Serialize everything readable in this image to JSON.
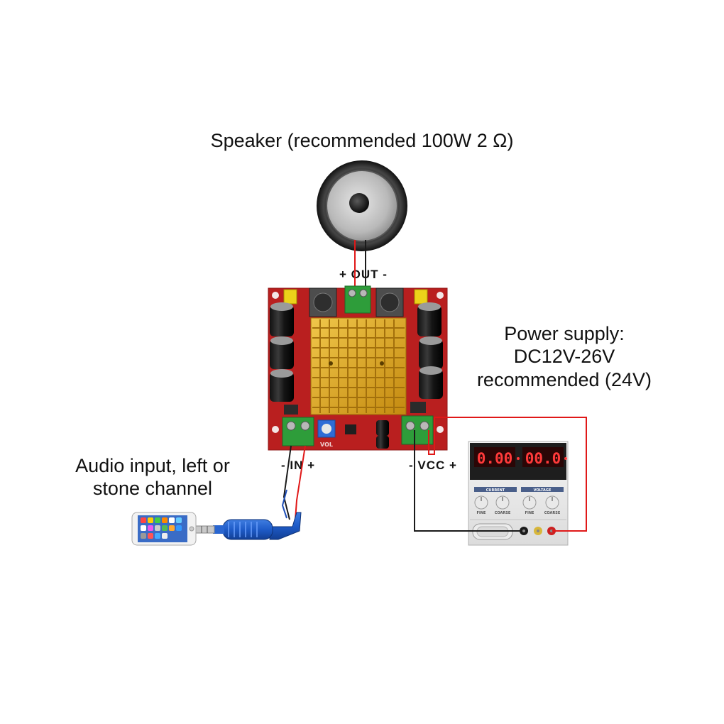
{
  "labels": {
    "speaker": "Speaker (recommended 100W 2 Ω)",
    "out": "+ OUT -",
    "in": "- IN +",
    "vcc": "- VCC +",
    "power": [
      "Power supply:",
      "DC12V-26V",
      "recommended (24V)"
    ],
    "audio": [
      "Audio input, left or",
      "stone channel"
    ]
  },
  "board": {
    "vol_label": "VOL"
  },
  "power_supply": {
    "current_display": "0.00",
    "voltage_display": "00.0",
    "current_knob_group": "CURRENT",
    "voltage_knob_group": "VOLTAGE",
    "knob_labels": [
      "FINE",
      "COARSE",
      "FINE",
      "COARSE"
    ]
  },
  "colors": {
    "board": "#b91f1f",
    "heatsink": "#d8a21a",
    "wire_red": "#e01818",
    "wire_black": "#1a1a1a",
    "terminal": "#2e9d3a"
  }
}
